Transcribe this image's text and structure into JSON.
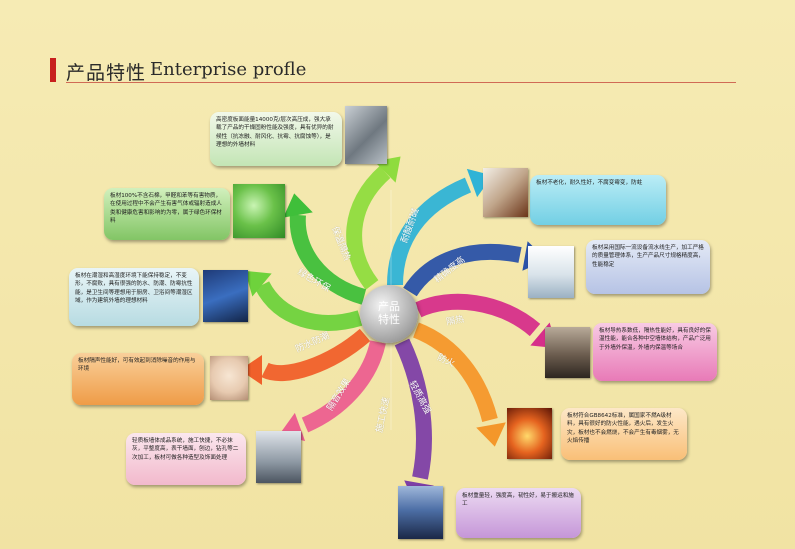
{
  "header": {
    "title_cn": "产品特性",
    "title_en": "Enterprise profle"
  },
  "center_label": "产品\n特性",
  "features": [
    {
      "label": "保温隔热",
      "color": "#8fdc3e",
      "text": "高密度板面能量14000克/层次高压成，强大承载了产品的干燥固粉性能及强度，具有优异的耐候性（抗冻融、耐风化、抗霉、抗腐蚀等），是理想的外墙材料"
    },
    {
      "label": "绿色环保",
      "color": "#3fbf3a",
      "text": "板材100%不含石棉，甲醛和苯等有害物质，在使用过程中不会产生有害气体或辐射造成人类和健康危害和影响的为零，属于绿色环保材料"
    },
    {
      "label": "防水防潮",
      "color": "#6ed23c",
      "text": "板材在潮湿和高湿度环境下能保持稳定，不变形，不腐败，具有很强的防水、防潮、防霉抗性能，是卫生间等理想用于厨房、卫浴间等潮湿区域，作为建筑外墙的理想材料"
    },
    {
      "label": "隔音效果",
      "color": "#f0602a",
      "text": "板材隔声性能好，可有效起到消除噪音的作用与环境"
    },
    {
      "label": "施工快速",
      "color": "#ec5f8f",
      "text": "轻质板墙体成品系统，施工快捷，不必抹灰，平整度高，表干墙面，刨边，钻孔等二次加工，板材可做各种造型及饰面处理"
    },
    {
      "label": "耐酸耐碱",
      "color": "#2fb3d6",
      "text": "板材不老化，耐久性好，不腐变霉变，防蛀"
    },
    {
      "label": "精确度高",
      "color": "#2a52a8",
      "text": "板材采用国际一流设备流水线生产，加工严格的质量管理体系，生产产品尺寸规格精度高，性能稳定"
    },
    {
      "label": "隔热",
      "color": "#d62f8a",
      "text": "板材导热系数低，隔热性能好，具有良好的保温性能，能合各种中空墙体结构，产品广泛用于外墙外保温，外墙内保温等场合"
    },
    {
      "label": "防火",
      "color": "#f4972a",
      "text": "板材符合GB8642标准，属国家不燃A级材料，具有很好的防火性能，遇火后，发生火灾，板材也不会燃烧，不会产生有毒烟雾，无火焰传播"
    },
    {
      "label": "轻质高强",
      "color": "#7d3fa6",
      "text": "板材重量轻，强度高，韧性好，易于搬运和施工"
    }
  ],
  "photos": [
    {
      "name": "building-facade"
    },
    {
      "name": "green-leaf-water"
    },
    {
      "name": "umbrella-rain"
    },
    {
      "name": "sleeping-baby"
    },
    {
      "name": "hammer-drill"
    },
    {
      "name": "rotting-wood"
    },
    {
      "name": "construction-crane"
    },
    {
      "name": "interior-room"
    },
    {
      "name": "fire-flames"
    },
    {
      "name": "highway-bridge"
    }
  ]
}
